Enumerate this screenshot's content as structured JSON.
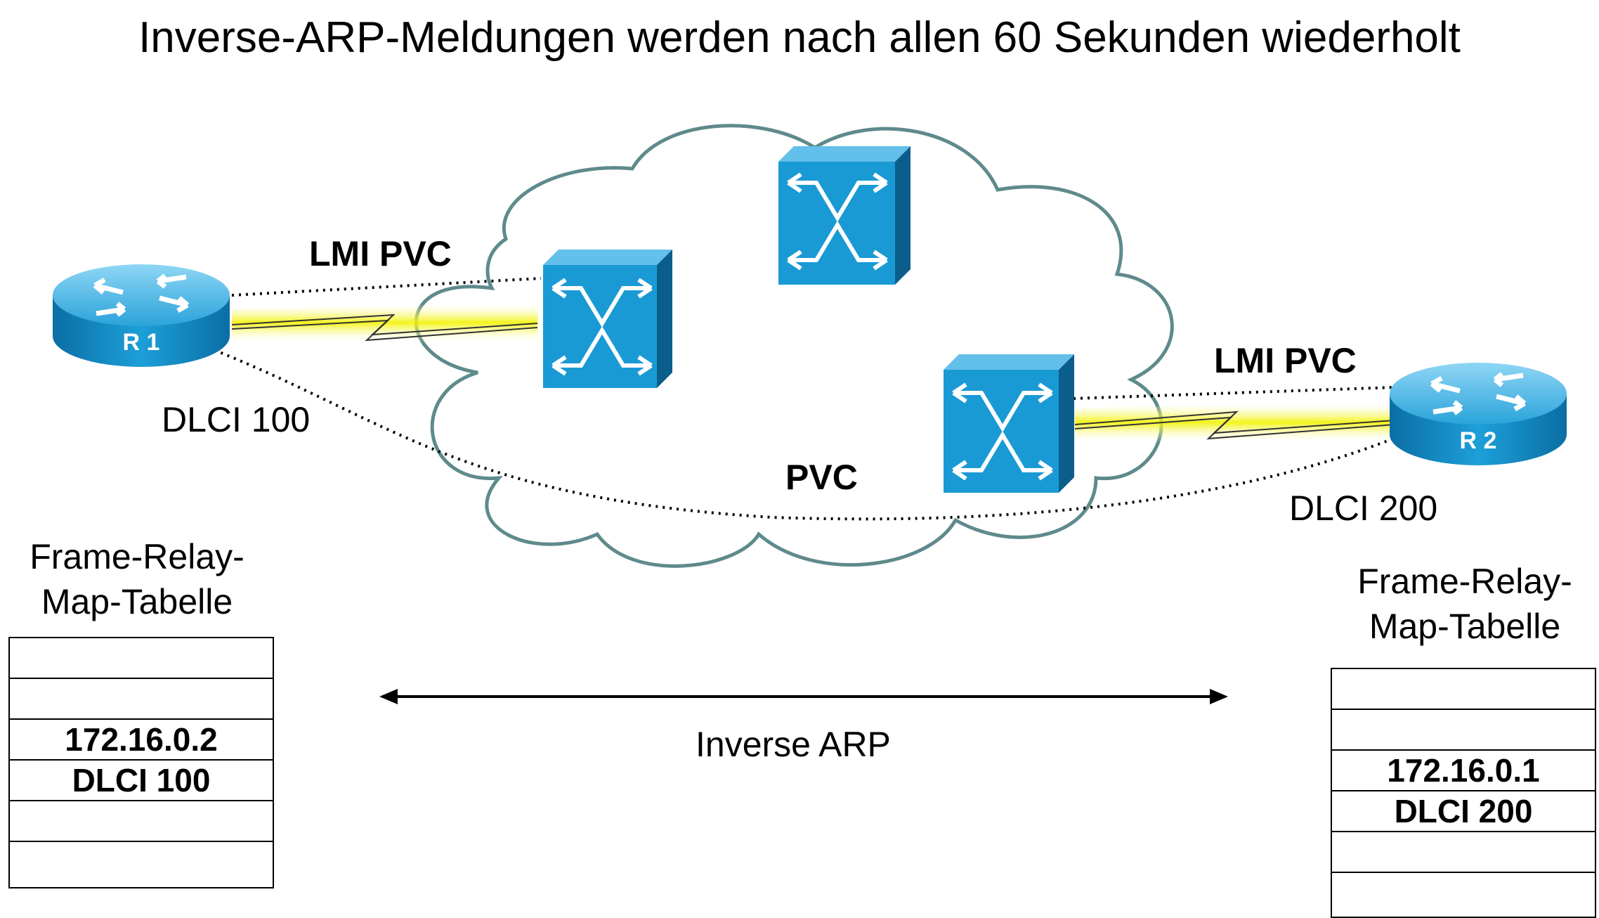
{
  "title": "Inverse-ARP-Meldungen werden nach allen 60 Sekunden wiederholt",
  "routers": {
    "r1": {
      "label": "R 1"
    },
    "r2": {
      "label": "R 2"
    }
  },
  "links": {
    "lmi_left": "LMI PVC",
    "lmi_right": "LMI PVC",
    "pvc": "PVC",
    "dlci_left": "DLCI 100",
    "dlci_right": "DLCI 200"
  },
  "inverse_arp": {
    "label": "Inverse ARP"
  },
  "map_left": {
    "title_line1": "Frame-Relay-",
    "title_line2": "Map-Tabelle",
    "rows": [
      "",
      "",
      "172.16.0.2",
      "DLCI 100",
      "",
      ""
    ]
  },
  "map_right": {
    "title_line1": "Frame-Relay-",
    "title_line2": "Map-Tabelle",
    "rows": [
      "",
      "",
      "172.16.0.1",
      "DLCI 200",
      "",
      ""
    ]
  },
  "colors": {
    "cloud_stroke": "#5f8a8b",
    "switch_front": "#1a9ad4",
    "switch_side": "#0b5e8c",
    "switch_top": "#63c0ea",
    "router_body": "#1a9ad4",
    "link_glow": "#f4f400"
  }
}
